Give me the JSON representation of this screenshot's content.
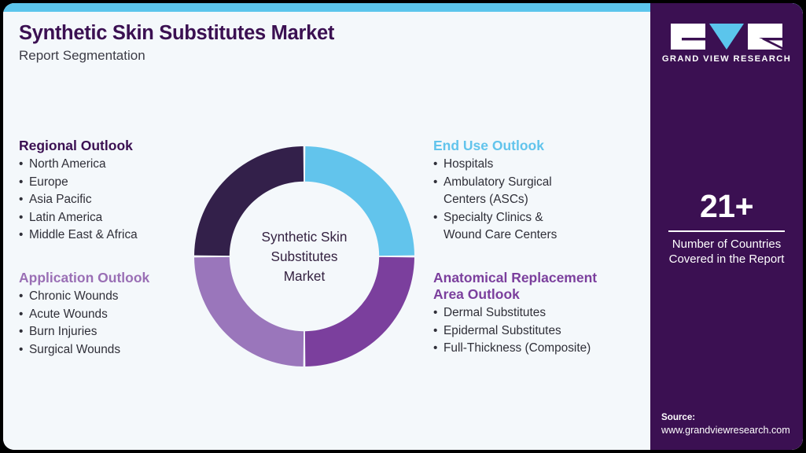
{
  "header": {
    "title": "Synthetic Skin Substitutes Market",
    "subtitle": "Report Segmentation"
  },
  "colors": {
    "accent_bar": "#5bc5ec",
    "panel_bg": "#3b1052",
    "card_bg": "#f4f8fb",
    "title": "#3b1052",
    "heading_regional": "#3b1052",
    "heading_application": "#9a6fb5",
    "heading_enduse": "#62c4ec",
    "heading_anatomical": "#7b3f9d",
    "body_text": "#2f2f38"
  },
  "segments": {
    "regional": {
      "heading": "Regional Outlook",
      "items": [
        "North America",
        "Europe",
        "Asia Pacific",
        "Latin America",
        "Middle East & Africa"
      ]
    },
    "application": {
      "heading": "Application Outlook",
      "items": [
        "Chronic Wounds",
        "Acute Wounds",
        "Burn Injuries",
        "Surgical Wounds"
      ]
    },
    "end_use": {
      "heading": "End Use Outlook",
      "items": [
        "Hospitals",
        "Ambulatory Surgical\nCenters (ASCs)",
        "Specialty Clinics &\nWound Care Centers"
      ]
    },
    "anatomical": {
      "heading": "Anatomical Replacement\nArea Outlook",
      "items": [
        "Dermal Substitutes",
        "Epidermal Substitutes",
        "Full-Thickness (Composite)"
      ]
    }
  },
  "donut": {
    "center_line1": "Synthetic Skin",
    "center_line2": "Substitutes",
    "center_line3": "Market"
  },
  "chart_data": {
    "type": "pie",
    "title": "Synthetic Skin Substitutes Market",
    "subtitle": "Report Segmentation",
    "categories": [
      "End Use Outlook",
      "Anatomical Replacement Area Outlook",
      "Application Outlook",
      "Regional Outlook"
    ],
    "values": [
      25,
      25,
      25,
      25
    ],
    "colors": [
      "#62c4ec",
      "#7b3f9d",
      "#9a76bb",
      "#33204a"
    ],
    "legend": "none",
    "hole_ratio": 0.68,
    "start_angle_deg": 0,
    "note": "Decorative donut: four equal quadrants, one per report segmentation axis"
  },
  "brand": {
    "logo_word": "GRAND VIEW RESEARCH",
    "stat_value": "21+",
    "stat_label": "Number of Countries\nCovered in the Report",
    "source_title": "Source:",
    "source_url": "www.grandviewresearch.com"
  }
}
